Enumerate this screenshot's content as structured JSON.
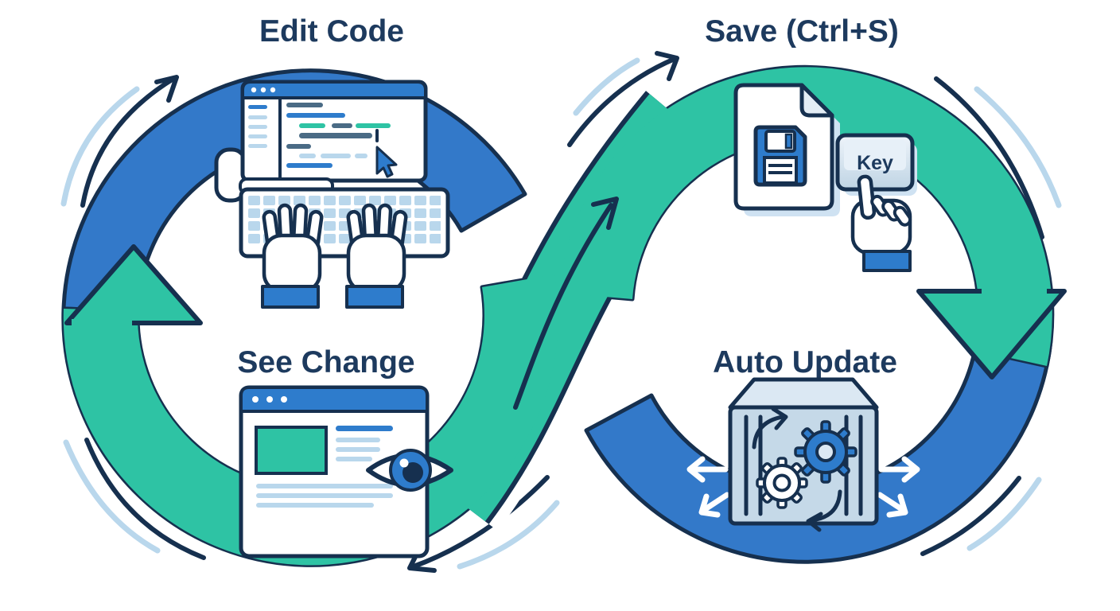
{
  "diagram": {
    "name": "dev-loop-cycle",
    "steps": [
      {
        "id": "edit-code",
        "label": "Edit Code",
        "icon": "code-editor-with-keyboard-and-hands"
      },
      {
        "id": "save",
        "label": "Save (Ctrl+S)",
        "icon": "document-floppy-disk-and-key-press"
      },
      {
        "id": "see-change",
        "label": "See Change",
        "icon": "browser-window-with-eye"
      },
      {
        "id": "auto-update",
        "label": "Auto Update",
        "icon": "container-with-gears-and-radiating-arrows"
      }
    ],
    "key_cap_label": "Key"
  },
  "colors": {
    "blue": "#3379c9",
    "teal": "#2ec3a4",
    "navy": "#16304f",
    "text-navy": "#1d3a5e",
    "mid-blue": "#2e7ccc",
    "light-blue": "#b9d7ec",
    "slate": "#4a6b85",
    "pale-panel": "#c5d9e8",
    "pale-lid": "#dbe8f3",
    "pale-shadow": "#cfe2f2"
  }
}
